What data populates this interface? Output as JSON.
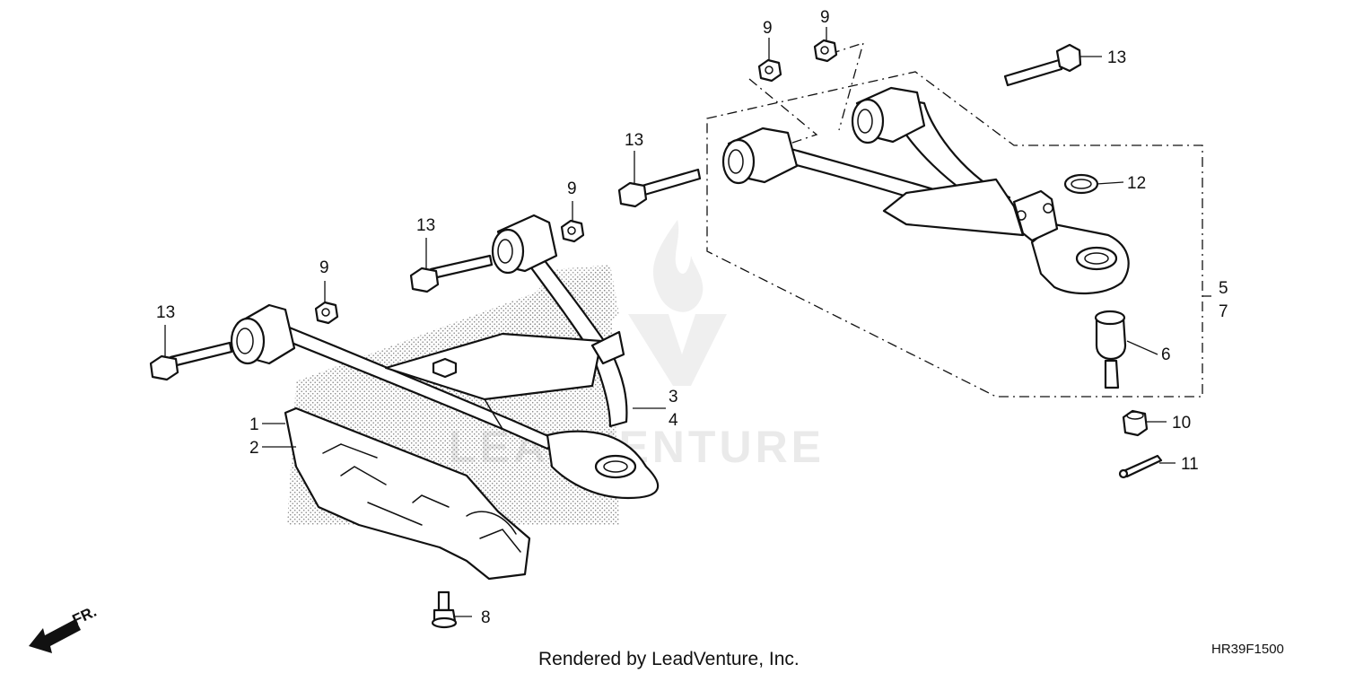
{
  "diagram": {
    "callouts": [
      {
        "id": "c1",
        "text": "1"
      },
      {
        "id": "c2",
        "text": "2"
      },
      {
        "id": "c3",
        "text": "3"
      },
      {
        "id": "c4",
        "text": "4"
      },
      {
        "id": "c5",
        "text": "5"
      },
      {
        "id": "c6",
        "text": "6"
      },
      {
        "id": "c7",
        "text": "7"
      },
      {
        "id": "c8",
        "text": "8"
      },
      {
        "id": "c9a",
        "text": "9"
      },
      {
        "id": "c9b",
        "text": "9"
      },
      {
        "id": "c9c",
        "text": "9"
      },
      {
        "id": "c9d",
        "text": "9"
      },
      {
        "id": "c10",
        "text": "10"
      },
      {
        "id": "c11",
        "text": "11"
      },
      {
        "id": "c12",
        "text": "12"
      },
      {
        "id": "c13a",
        "text": "13"
      },
      {
        "id": "c13b",
        "text": "13"
      },
      {
        "id": "c13c",
        "text": "13"
      },
      {
        "id": "c13d",
        "text": "13"
      }
    ],
    "direction_label": "FR.",
    "watermark_text": "LEADVENTURE",
    "footer_text": "Rendered by LeadVenture, Inc.",
    "diagram_code": "HR39F1500"
  }
}
